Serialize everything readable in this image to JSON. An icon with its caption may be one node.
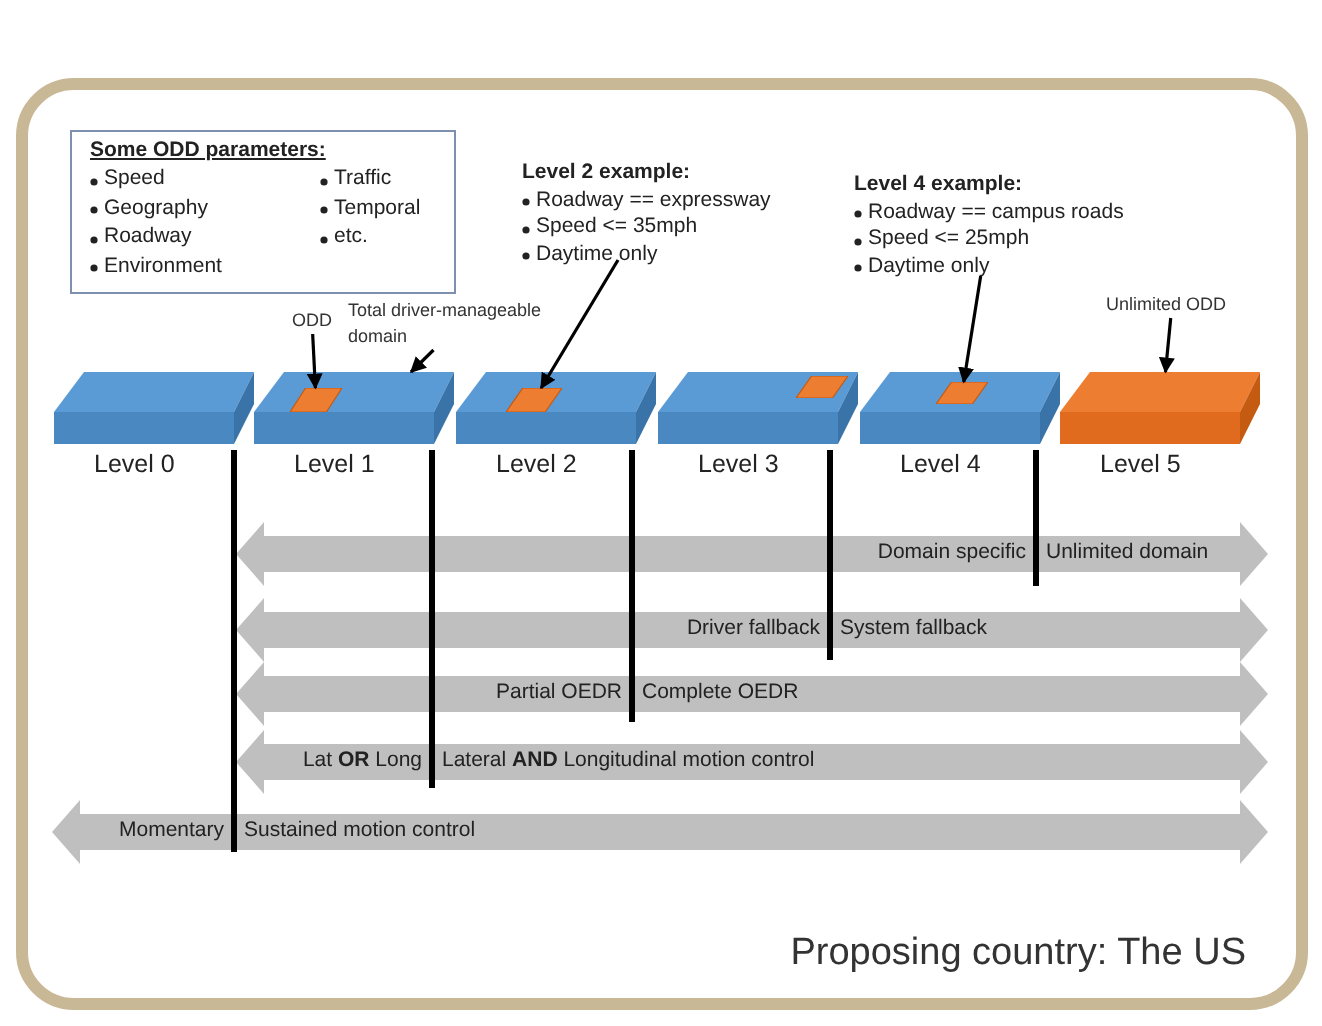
{
  "diagram": {
    "nodes": [
      {
        "text": [
          "Some ODD parameters:",
          "Speed",
          "Geography",
          "Roadway",
          "Environment",
          "Traffic",
          "Temporal",
          "etc."
        ]
      },
      {
        "text": [
          "ODD"
        ]
      },
      {
        "text": [
          "Total driver-manageable domain"
        ]
      },
      {
        "text": [
          "Level 2 example:",
          "Roadway == expressway",
          "Speed <= 35mph",
          "Daytime only"
        ]
      },
      {
        "text": [
          "Level 4 example:",
          "Roadway == campus roads",
          "Speed <= 25mph",
          "Daytime only"
        ]
      },
      {
        "text": [
          "Unlimited ODD"
        ]
      },
      {
        "text": [
          "Level 0"
        ]
      },
      {
        "text": [
          "Level 1"
        ]
      },
      {
        "text": [
          "Level 2"
        ]
      },
      {
        "text": [
          "Level 3"
        ]
      },
      {
        "text": [
          "Level 4"
        ]
      },
      {
        "text": [
          "Level 5"
        ]
      },
      {
        "text": [],
        "shape": "box",
        "in": 7
      },
      {
        "text": [],
        "shape": "box",
        "in": 8
      },
      {
        "text": [],
        "shape": "box",
        "in": 9
      },
      {
        "text": [],
        "shape": "box",
        "in": 10
      },
      {
        "text": [
          "Domain specific",
          "Unlimited domain"
        ]
      },
      {
        "text": [
          "Driver fallback",
          "System fallback"
        ]
      },
      {
        "text": [
          "Partial OEDR",
          "Complete OEDR"
        ]
      },
      {
        "text": [
          "Lat **OR** Long",
          "Lateral **AND** Longitudinal motion control"
        ]
      },
      {
        "text": [
          "Momentary",
          "Sustained motion control"
        ]
      }
    ],
    "edges": [
      {
        "from": 1,
        "to": 12,
        "arrow": "to"
      },
      {
        "from": 2,
        "to": 7,
        "arrow": "to"
      },
      {
        "from": 3,
        "to": 13,
        "arrow": "to"
      },
      {
        "from": 4,
        "to": 15,
        "arrow": "to"
      },
      {
        "from": 5,
        "to": 11,
        "arrow": "to"
      }
    ],
    "labels": [
      "Proposing country: The US"
    ]
  }
}
